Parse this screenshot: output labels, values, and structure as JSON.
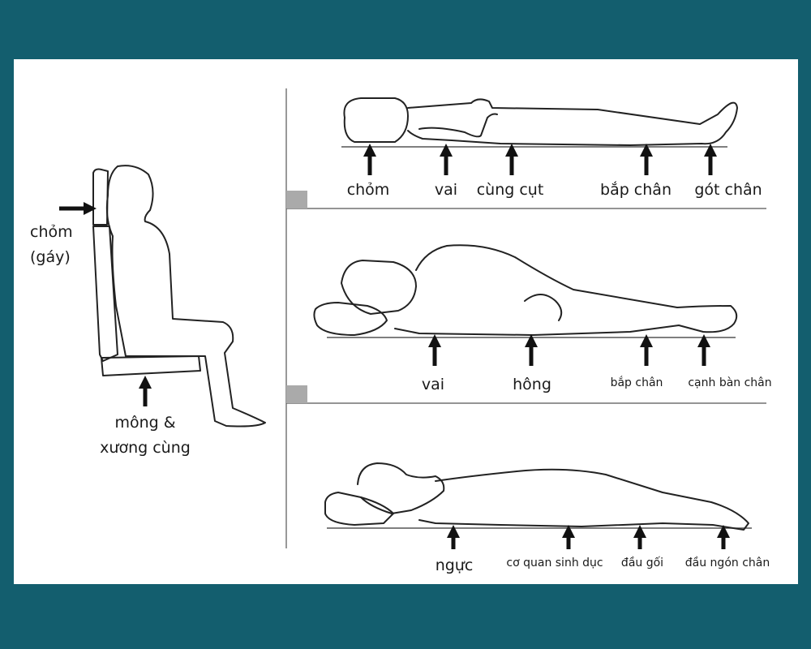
{
  "colors": {
    "background": "#135e6e",
    "panel": "#ffffff",
    "marker": "#aaaaaa",
    "ink": "#1a1a1a"
  },
  "seated": {
    "head_label_line1": "chỏm",
    "head_label_line2": "(gáy)",
    "seat_label_line1": "mông &",
    "seat_label_line2": "xương cùng"
  },
  "supine": {
    "labels": [
      "chỏm",
      "vai",
      "cùng cụt",
      "bắp chân",
      "gót chân"
    ]
  },
  "lateral": {
    "labels": [
      "vai",
      "hông",
      "bắp chân",
      "cạnh bàn chân"
    ]
  },
  "prone": {
    "labels": [
      "ngực",
      "cơ quan sinh dục",
      "đầu gối",
      "đầu ngón chân"
    ]
  }
}
